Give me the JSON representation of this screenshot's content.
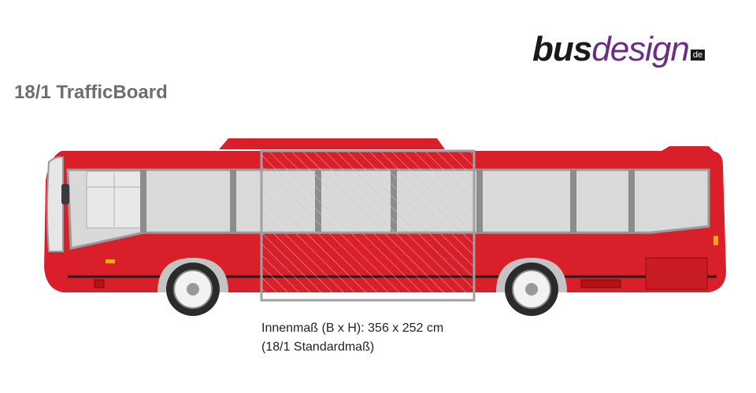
{
  "logo": {
    "part1": "bus",
    "part2": "design",
    "tld": "de"
  },
  "title": "18/1 TrafficBoard",
  "caption": {
    "line1": "Innenmaß (B x H): 356 x 252 cm",
    "line2": "(18/1 Standardmaß)"
  },
  "colors": {
    "bus_body": "#d9202a",
    "window": "#d9d9d9",
    "frame": "#9a9a9a",
    "logo_accent": "#6b2d83"
  }
}
